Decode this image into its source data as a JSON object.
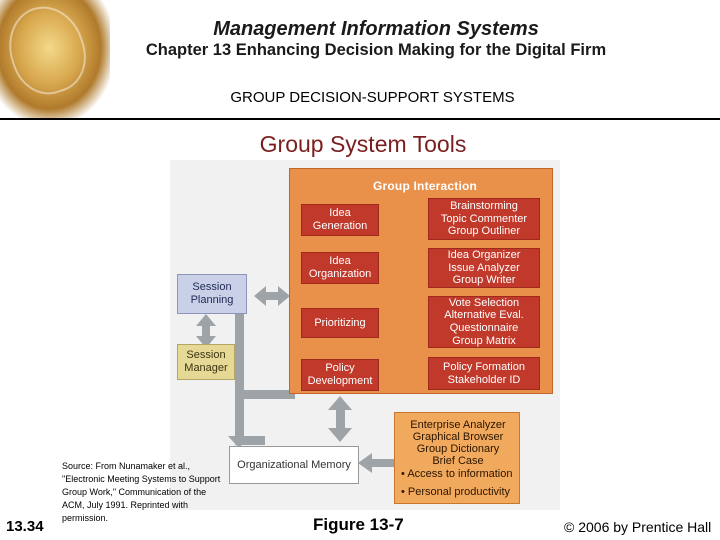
{
  "header": {
    "title": "Management Information Systems",
    "chapter": "Chapter 13 Enhancing Decision Making for the Digital Firm",
    "section": "GROUP DECISION-SUPPORT SYSTEMS"
  },
  "slide_title": "Group System Tools",
  "diagram": {
    "group_interaction_title": "Group Interaction",
    "activities": [
      {
        "label": "Idea\nGeneration",
        "tools": "Brainstorming\nTopic Commenter\nGroup Outliner"
      },
      {
        "label": "Idea\nOrganization",
        "tools": "Idea Organizer\nIssue Analyzer\nGroup Writer"
      },
      {
        "label": "Prioritizing",
        "tools": "Vote Selection\nAlternative Eval.\nQuestionnaire\nGroup Matrix"
      },
      {
        "label": "Policy\nDevelopment",
        "tools": "Policy Formation\nStakeholder ID"
      }
    ],
    "session_planning": "Session\nPlanning",
    "session_manager": "Session\nManager",
    "organizational_memory": "Organizational Memory",
    "support_tools": [
      "Enterprise Analyzer",
      "Graphical Browser",
      "Group Dictionary",
      "Brief Case"
    ],
    "support_bullets": [
      "Access to information",
      "Personal productivity"
    ],
    "bullet_glyph": "•"
  },
  "footer": {
    "source": "Source: From Nunamaker et al., \"Electronic Meeting Systems to Support Group Work,\" Communication of the ACM, July 1991. Reprinted with permission.",
    "page_number": "13.34",
    "figure": "Figure 13-7",
    "copyright": "© 2006 by Prentice Hall"
  },
  "colors": {
    "title_red": "#7a1f1f",
    "panel_orange": "#e9914a",
    "activity_red": "#c0392b",
    "session_blue": "#c9d0e8",
    "manager_yellow": "#e6d995",
    "tools_orange": "#f1a95e",
    "connector_gray": "#9ea3a7"
  }
}
